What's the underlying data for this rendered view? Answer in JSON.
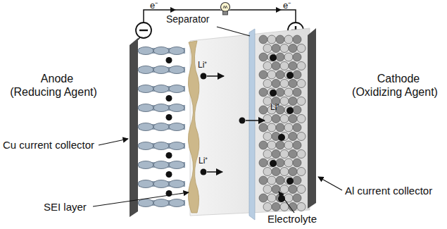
{
  "diagram": {
    "labels": [
      "e⁻",
      "e⁻",
      "Separator",
      "Li⁺",
      "Li⁺",
      "Li⁺",
      "Anode (Reducing Agent)",
      "Cathode (Oxidizing Agent)",
      "Cu current collector",
      "Al current collector",
      "SEI layer",
      "Electrolyte"
    ]
  }
}
